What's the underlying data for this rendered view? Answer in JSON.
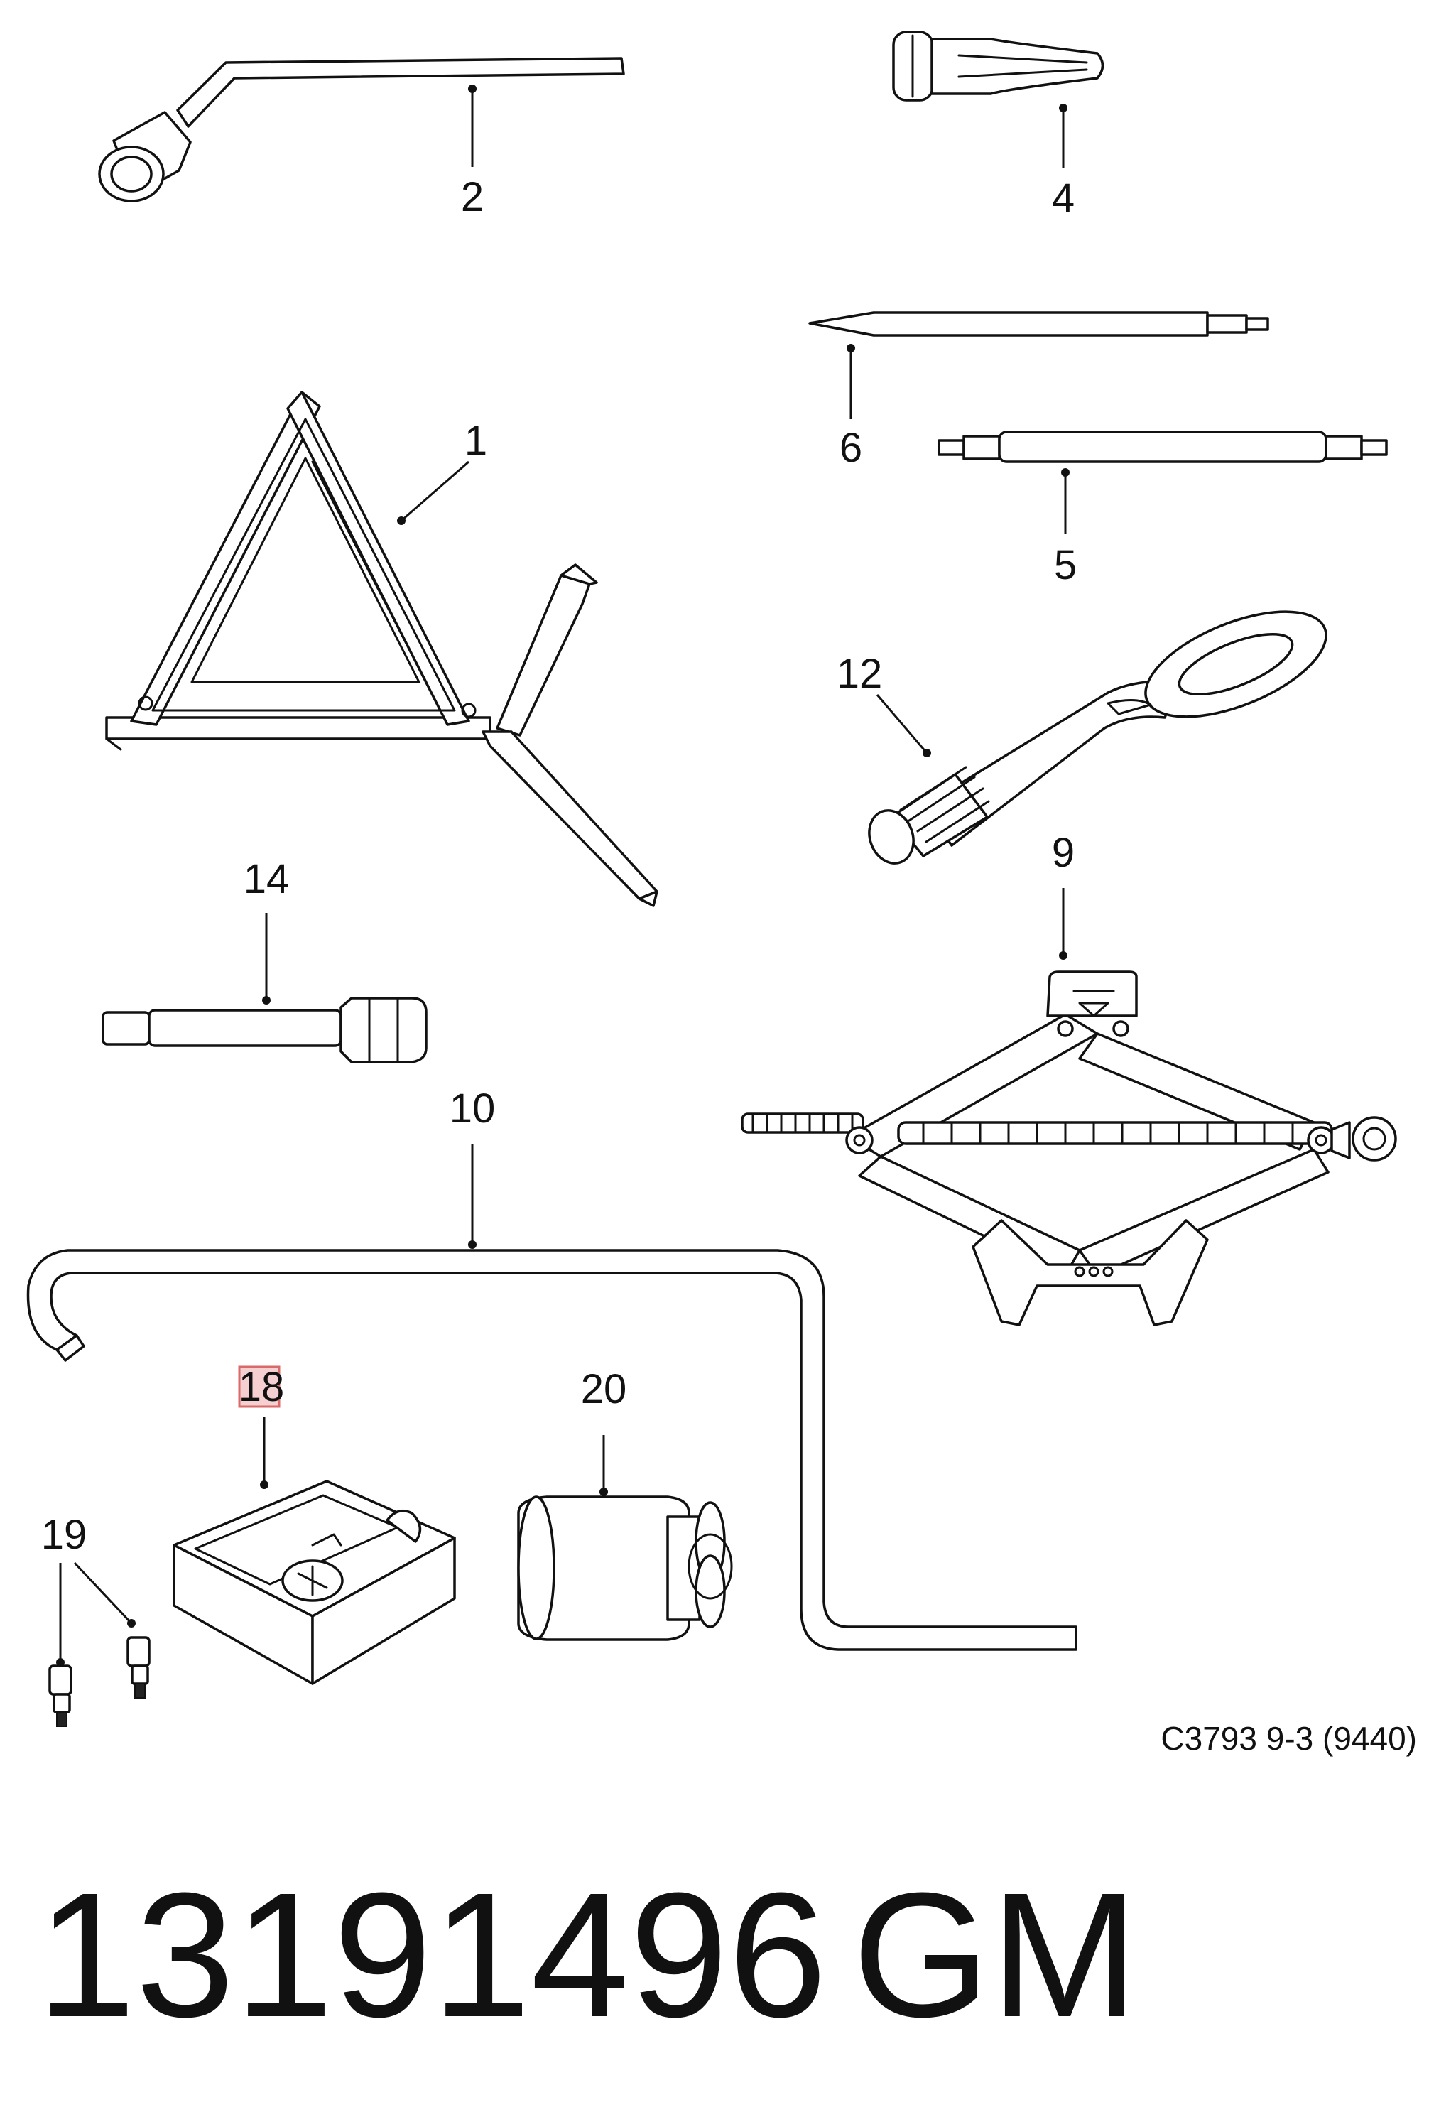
{
  "callouts": {
    "c1": "1",
    "c2": "2",
    "c4": "4",
    "c5": "5",
    "c6": "6",
    "c9": "9",
    "c10": "10",
    "c12": "12",
    "c14": "14",
    "c18": "18",
    "c19": "19",
    "c20": "20"
  },
  "reference_code": "C3793 9-3 (9440)",
  "footer": {
    "part_number": "13191496",
    "brand": "GM"
  },
  "colors": {
    "line": "#111111",
    "background": "#ffffff",
    "highlight": "#d96a6a"
  }
}
